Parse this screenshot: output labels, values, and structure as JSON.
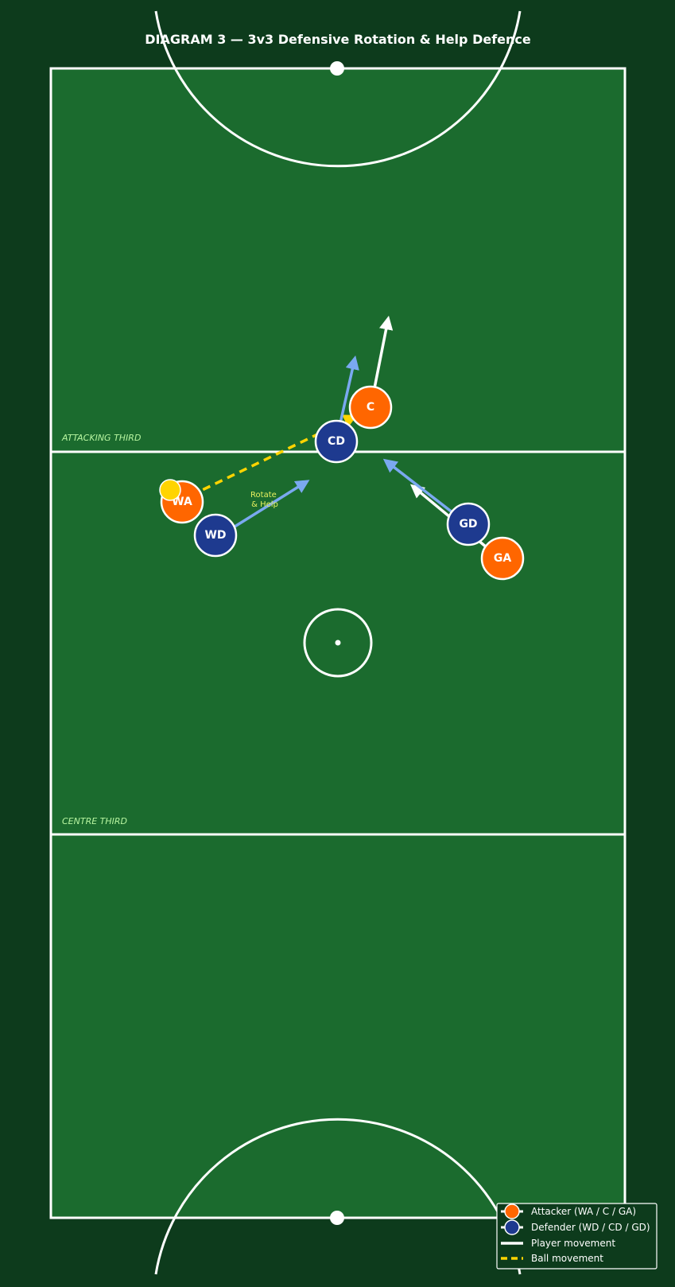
{
  "title": "DIAGRAM 3 — 3v3 Defensive Rotation & Help Defence",
  "zones": {
    "attacking": "ATTACKING THIRD",
    "centre": "CENTRE THIRD"
  },
  "players": {
    "attackers": [
      {
        "label": "C"
      },
      {
        "label": "WA"
      },
      {
        "label": "GA"
      }
    ],
    "defenders": [
      {
        "label": "CD"
      },
      {
        "label": "WD"
      },
      {
        "label": "GD"
      }
    ]
  },
  "annotations": {
    "rotate_help": [
      "Rotate",
      "& Help"
    ]
  },
  "legend": {
    "attacker": "Attacker (WA / C / GA)",
    "defender": "Defender (WD / CD / GD)",
    "player_movement": "Player movement",
    "ball_movement": "Ball movement"
  },
  "colors": {
    "background": "#0d3b1c",
    "court": "#1b6b2e",
    "lines": "#ffffff",
    "attacker": "#ff6600",
    "defender": "#1e3a8f",
    "defender_movement": "#7aa9f0",
    "ball": "#ffd400",
    "zone_label": "#b7f5a0",
    "annotation": "#e8f060"
  }
}
